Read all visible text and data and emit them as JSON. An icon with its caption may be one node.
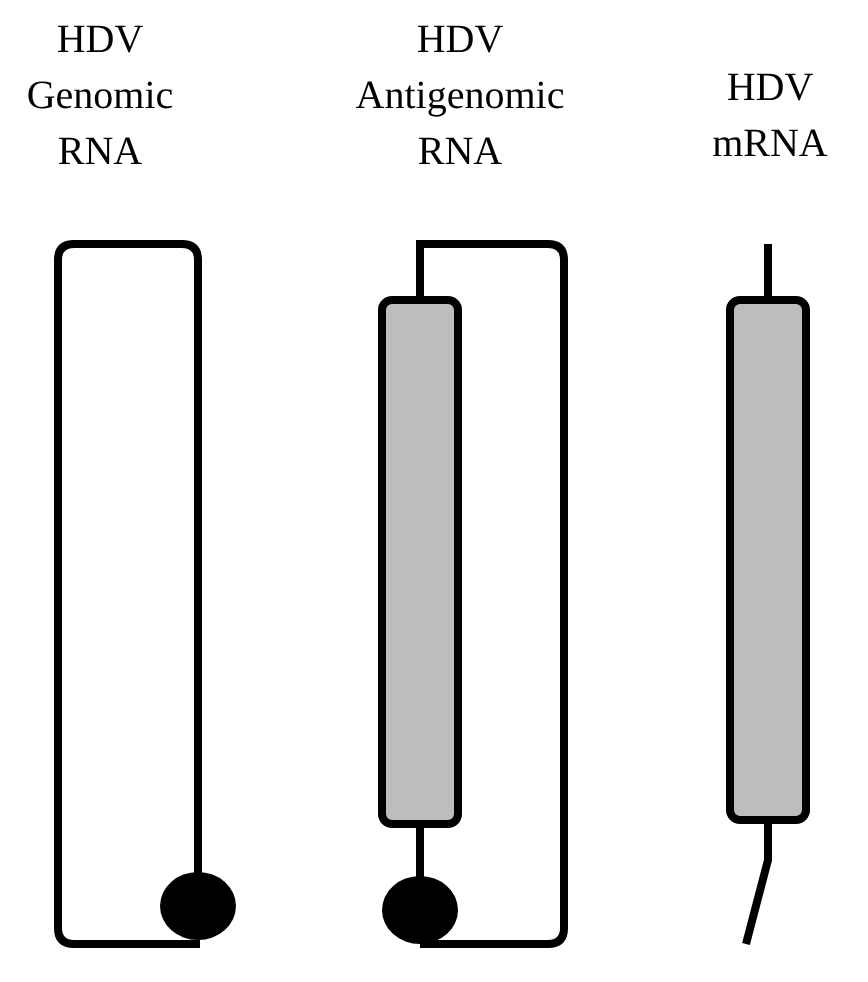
{
  "diagram": {
    "labels": [
      "HDV Genomic RNA",
      "HDV Antigenomic RNA",
      "HDV mRNA"
    ]
  }
}
